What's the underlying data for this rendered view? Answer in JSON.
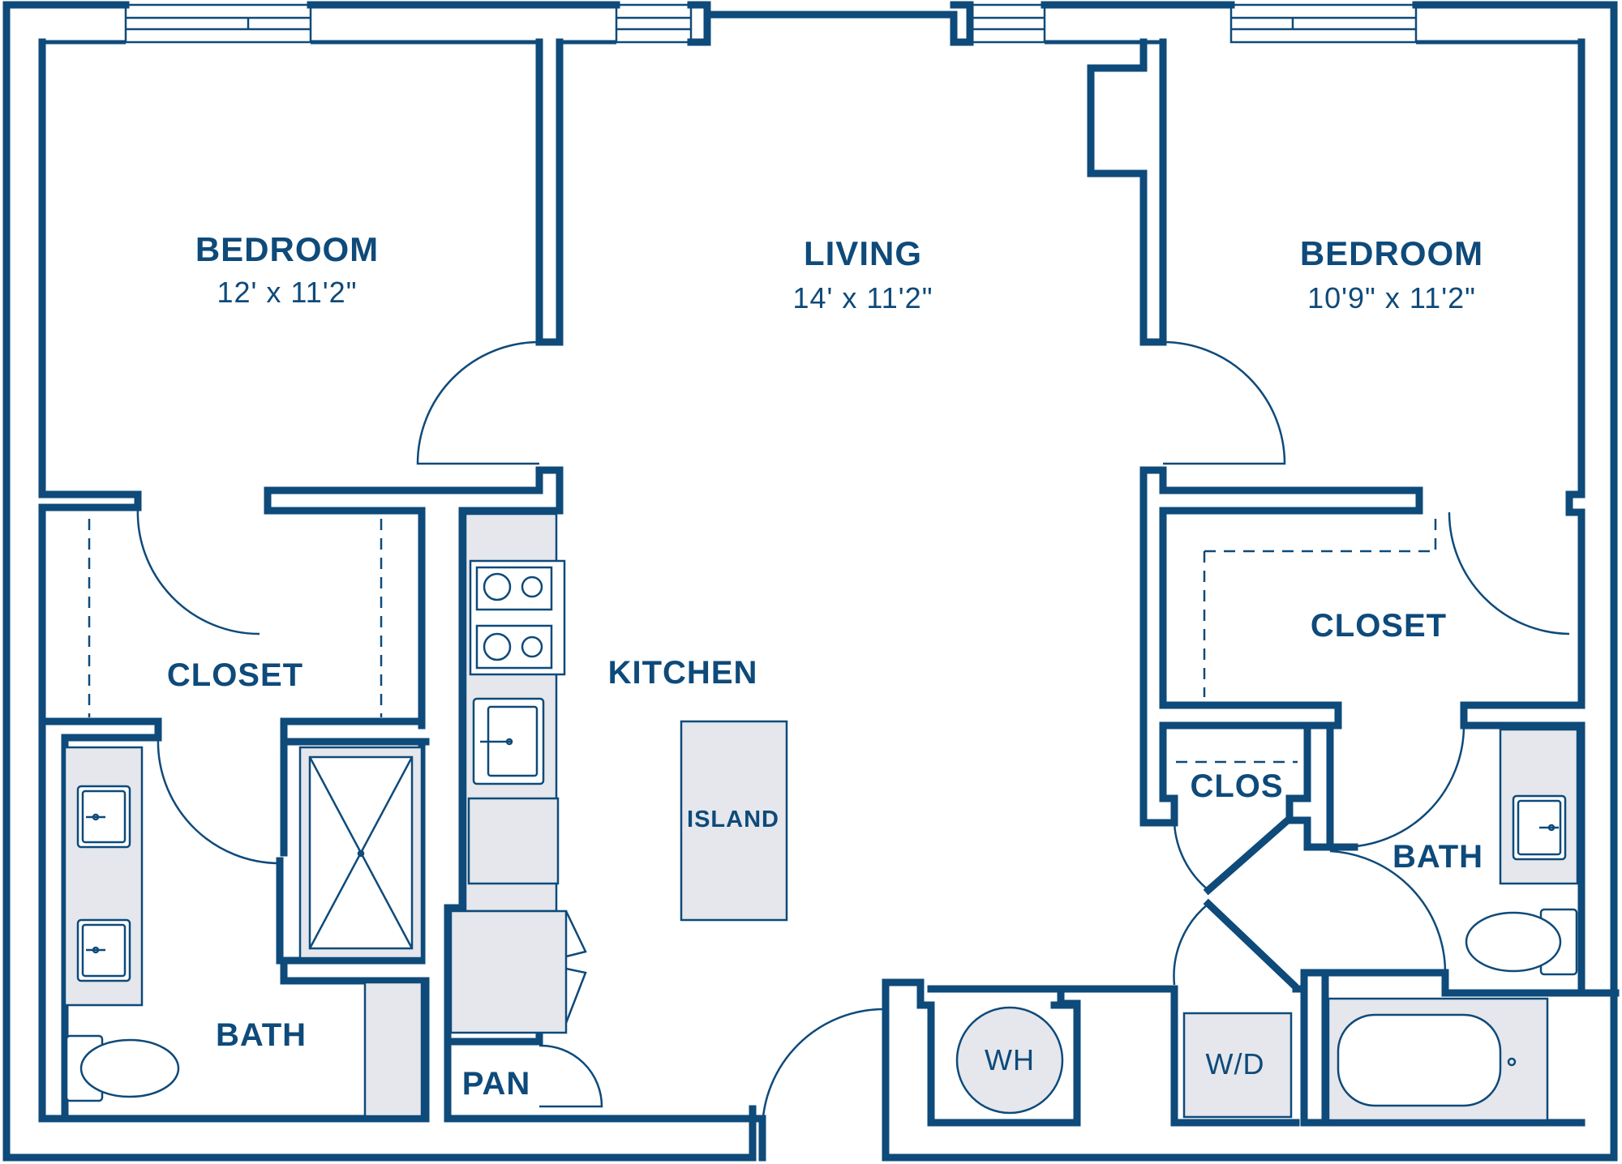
{
  "rooms": {
    "bedroom_left": {
      "name": "BEDROOM",
      "size": "12' x 11'2\""
    },
    "living": {
      "name": "LIVING",
      "size": "14' x 11'2\""
    },
    "bedroom_right": {
      "name": "BEDROOM",
      "size": "10'9\" x 11'2\""
    },
    "closet_left": {
      "name": "CLOSET"
    },
    "kitchen": {
      "name": "KITCHEN"
    },
    "island": {
      "name": "ISLAND"
    },
    "closet_right": {
      "name": "CLOSET"
    },
    "clos": {
      "name": "CLOS"
    },
    "bath_right": {
      "name": "BATH"
    },
    "bath_left": {
      "name": "BATH"
    },
    "pantry": {
      "name": "PAN"
    },
    "water_heater": {
      "name": "WH"
    },
    "washer_dryer": {
      "name": "W/D"
    }
  },
  "colors": {
    "wall": "#0e4a7a",
    "fixture_fill": "#e5e7ec",
    "background": "#ffffff"
  }
}
